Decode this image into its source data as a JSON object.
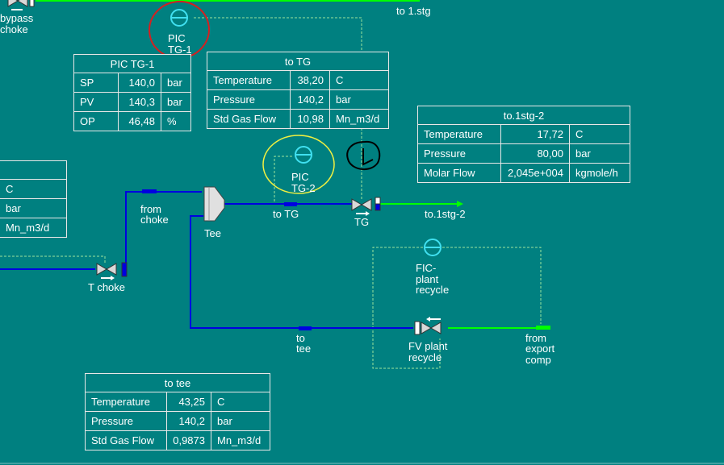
{
  "labels": {
    "bypass_choke_1": "bypass",
    "bypass_choke_2": "choke",
    "to_1stg": "to 1.stg",
    "pic_tg1_1": "PIC",
    "pic_tg1_2": "TG-1",
    "pic_tg2_1": "PIC",
    "pic_tg2_2": "TG-2",
    "from_choke_1": "from",
    "from_choke_2": "choke",
    "tee": "Tee",
    "to_tg_stream": "to TG",
    "tg_valve": "TG",
    "to_1stg2_stream": "to.1stg-2",
    "t_choke": "T choke",
    "fic_1": "FIC-",
    "fic_2": "plant",
    "fic_3": "recycle",
    "to_tee_1": "to",
    "to_tee_2": "tee",
    "fv_1": "FV plant",
    "fv_2": "recycle",
    "from_export_1": "from",
    "from_export_2": "export",
    "from_export_3": "comp"
  },
  "tables": {
    "pic_tg1": {
      "title": "PIC TG-1",
      "rows": [
        {
          "name": "SP",
          "value": "140,0",
          "unit": "bar"
        },
        {
          "name": "PV",
          "value": "140,3",
          "unit": "bar"
        },
        {
          "name": "OP",
          "value": "46,48",
          "unit": "%"
        }
      ]
    },
    "to_tg": {
      "title": "to TG",
      "rows": [
        {
          "name": "Temperature",
          "value": "38,20",
          "unit": "C"
        },
        {
          "name": "Pressure",
          "value": "140,2",
          "unit": "bar"
        },
        {
          "name": "Std Gas Flow",
          "value": "10,98",
          "unit": "Mn_m3/d"
        }
      ]
    },
    "to_1stg2": {
      "title": "to.1stg-2",
      "rows": [
        {
          "name": "Temperature",
          "value": "17,72",
          "unit": "C"
        },
        {
          "name": "Pressure",
          "value": "80,00",
          "unit": "bar"
        },
        {
          "name": "Molar Flow",
          "value": "2,045e+004",
          "unit": "kgmole/h"
        }
      ]
    },
    "left_partial": {
      "units": [
        "C",
        "bar",
        "Mn_m3/d"
      ]
    },
    "to_tee": {
      "title": "to tee",
      "rows": [
        {
          "name": "Temperature",
          "value": "43,25",
          "unit": "C"
        },
        {
          "name": "Pressure",
          "value": "140,2",
          "unit": "bar"
        },
        {
          "name": "Std Gas Flow",
          "value": "0,9873",
          "unit": "Mn_m3/d"
        }
      ]
    }
  },
  "colors": {
    "background": "#008080",
    "process_stream": "#0000e0",
    "energy_stream": "#00ff00",
    "signal_line": "#9be39b",
    "red_annotation": "#d42020",
    "yellow_annotation": "#f0f040"
  }
}
